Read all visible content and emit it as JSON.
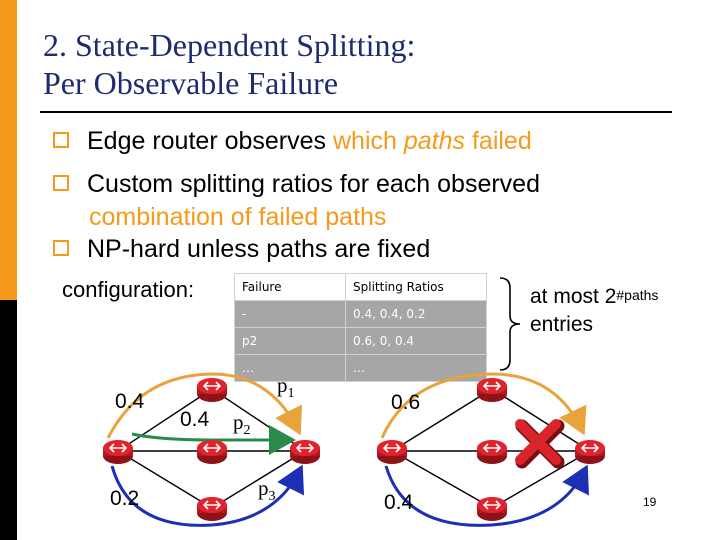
{
  "slide": {
    "title_line1": "2. State-Dependent Splitting:",
    "title_line2": "Per Observable Failure",
    "page_number": "19"
  },
  "bullets": {
    "b1": {
      "pre": "Edge router observes ",
      "which": "which",
      "sp": " ",
      "paths": "paths",
      "failed": " failed"
    },
    "b2": {
      "line1": "Custom splitting ratios for each observed",
      "line2": "combination of failed paths"
    },
    "b3": "NP-hard unless paths are fixed"
  },
  "config_label": "configuration:",
  "table": {
    "headers": [
      "Failure",
      "Splitting Ratios"
    ],
    "rows": [
      [
        "-",
        "0.4, 0.4, 0.2"
      ],
      [
        "p2",
        "0.6, 0, 0.4"
      ],
      [
        "…",
        "…"
      ]
    ]
  },
  "note": {
    "text": "at most 2",
    "superscript": "#paths",
    "line2": "entries"
  },
  "left_diagram": {
    "ratio_top": "0.4",
    "ratio_middle": "0.4",
    "ratio_bottom": "0.2",
    "path_labels": [
      {
        "p": "p",
        "sub": "1"
      },
      {
        "p": "p",
        "sub": "2"
      },
      {
        "p": "p",
        "sub": "3"
      }
    ]
  },
  "right_diagram": {
    "ratio_top": "0.6",
    "ratio_bottom": "0.4"
  },
  "colors": {
    "accent": "#f59a1a",
    "title": "#1f2b70",
    "router": "#d5202a",
    "path_orange": "#e8a33a",
    "path_green": "#2a8a4a",
    "path_blue": "#1c2fb5",
    "cross": "#d8242a"
  },
  "icons": [
    "router-icon",
    "failure-cross-icon",
    "checkbox-bullet-icon"
  ]
}
